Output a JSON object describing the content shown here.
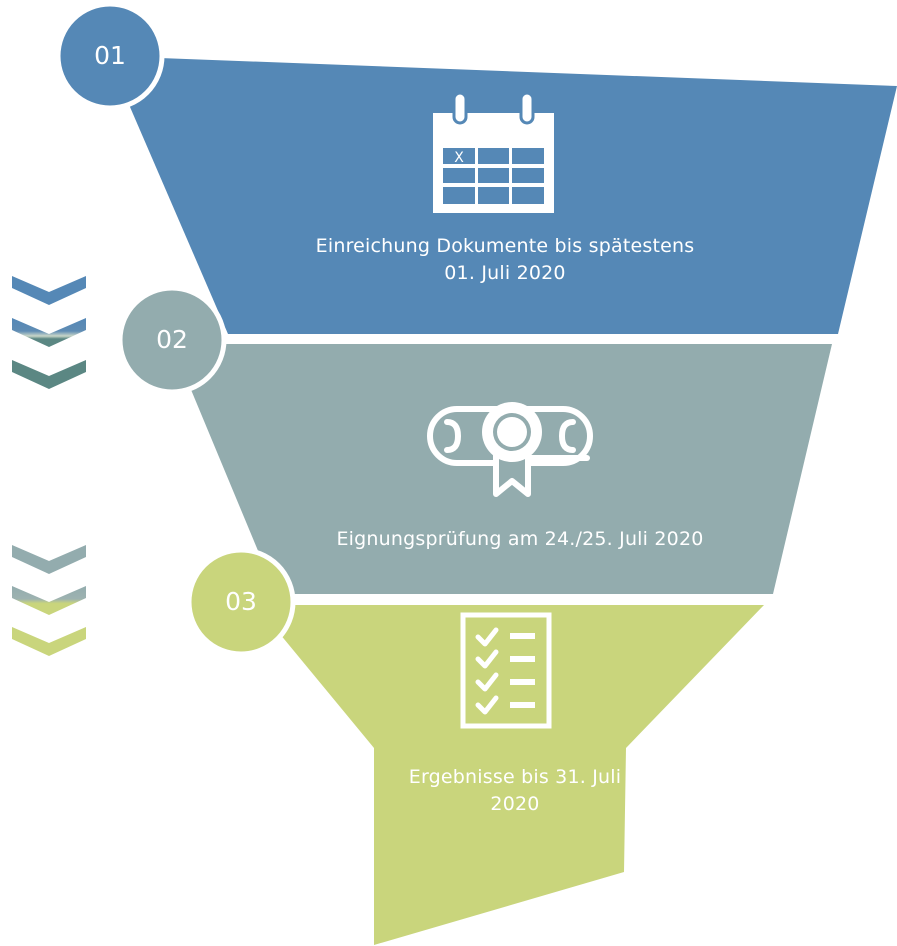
{
  "colors": {
    "step_1": "#5588B6",
    "step_2": "#93ACAE",
    "step_3": "#C9D57C",
    "chevron_teal": "#5B8783",
    "background": "#FFFFFF"
  },
  "steps": [
    {
      "number": "01",
      "icon": "calendar-icon",
      "text": "Einreichung Dokumente bis spätestens 01. Juli 2020"
    },
    {
      "number": "02",
      "icon": "diploma-scroll-icon",
      "text": "Eignungsprüfung am 24./25. Juli 2020"
    },
    {
      "number": "03",
      "icon": "checklist-icon",
      "text": "Ergebnisse bis 31. Juli 2020"
    }
  ],
  "calendar_mark": "X"
}
